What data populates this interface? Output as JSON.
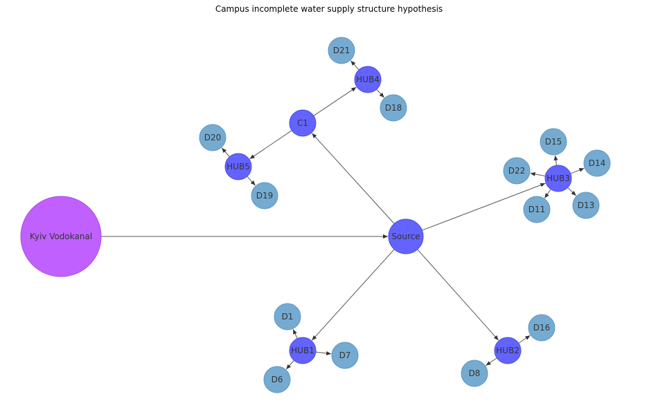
{
  "title": "Campus incomplete water supply structure hypothesis",
  "colors": {
    "utility": "#c061ff",
    "hub": "#6363ff",
    "leaf": "#72a9d0",
    "edge": "#555555"
  },
  "nodes": [
    {
      "id": "Kyiv Vodokanal",
      "label": "Kyiv Vodokanal",
      "kind": "utility"
    },
    {
      "id": "Source",
      "label": "Source",
      "kind": "hub"
    },
    {
      "id": "C1",
      "label": "C1",
      "kind": "hub"
    },
    {
      "id": "HUB1",
      "label": "HUB1",
      "kind": "hub"
    },
    {
      "id": "HUB2",
      "label": "HUB2",
      "kind": "hub"
    },
    {
      "id": "HUB3",
      "label": "HUB3",
      "kind": "hub"
    },
    {
      "id": "HUB4",
      "label": "HUB4",
      "kind": "hub"
    },
    {
      "id": "HUB5",
      "label": "HUB5",
      "kind": "hub"
    },
    {
      "id": "D1",
      "label": "D1",
      "kind": "leaf"
    },
    {
      "id": "D6",
      "label": "D6",
      "kind": "leaf"
    },
    {
      "id": "D7",
      "label": "D7",
      "kind": "leaf"
    },
    {
      "id": "D8",
      "label": "D8",
      "kind": "leaf"
    },
    {
      "id": "D11",
      "label": "D11",
      "kind": "leaf"
    },
    {
      "id": "D13",
      "label": "D13",
      "kind": "leaf"
    },
    {
      "id": "D14",
      "label": "D14",
      "kind": "leaf"
    },
    {
      "id": "D15",
      "label": "D15",
      "kind": "leaf"
    },
    {
      "id": "D16",
      "label": "D16",
      "kind": "leaf"
    },
    {
      "id": "D18",
      "label": "D18",
      "kind": "leaf"
    },
    {
      "id": "D19",
      "label": "D19",
      "kind": "leaf"
    },
    {
      "id": "D20",
      "label": "D20",
      "kind": "leaf"
    },
    {
      "id": "D21",
      "label": "D21",
      "kind": "leaf"
    },
    {
      "id": "D22",
      "label": "D22",
      "kind": "leaf"
    }
  ],
  "edges": [
    {
      "from": "Kyiv Vodokanal",
      "to": "Source"
    },
    {
      "from": "Source",
      "to": "C1"
    },
    {
      "from": "Source",
      "to": "HUB3"
    },
    {
      "from": "Source",
      "to": "HUB1"
    },
    {
      "from": "Source",
      "to": "HUB2"
    },
    {
      "from": "C1",
      "to": "HUB4"
    },
    {
      "from": "C1",
      "to": "HUB5"
    },
    {
      "from": "HUB4",
      "to": "D21"
    },
    {
      "from": "HUB4",
      "to": "D18"
    },
    {
      "from": "HUB5",
      "to": "D20"
    },
    {
      "from": "HUB5",
      "to": "D19"
    },
    {
      "from": "HUB3",
      "to": "D15"
    },
    {
      "from": "HUB3",
      "to": "D14"
    },
    {
      "from": "HUB3",
      "to": "D22"
    },
    {
      "from": "HUB3",
      "to": "D11"
    },
    {
      "from": "HUB3",
      "to": "D13"
    },
    {
      "from": "HUB1",
      "to": "D1"
    },
    {
      "from": "HUB1",
      "to": "D7"
    },
    {
      "from": "HUB1",
      "to": "D6"
    },
    {
      "from": "HUB2",
      "to": "D16"
    },
    {
      "from": "HUB2",
      "to": "D8"
    }
  ]
}
